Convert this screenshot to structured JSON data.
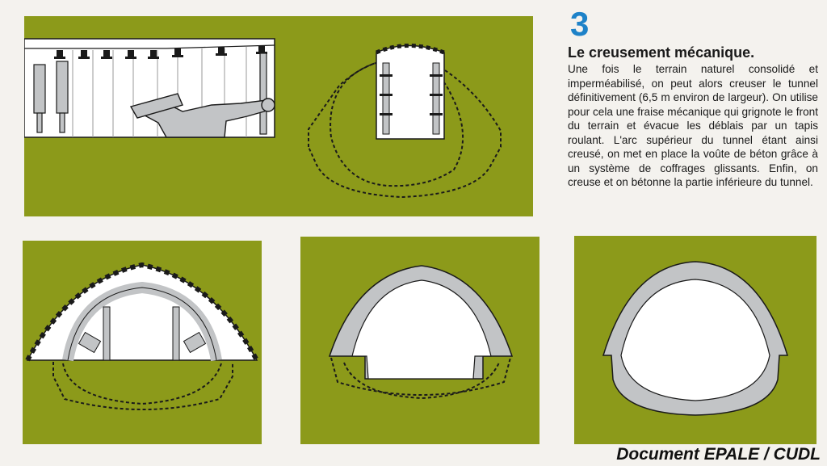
{
  "step": "3",
  "heading": "Le creusement mécanique.",
  "body": "Une fois le terrain naturel consolidé et imperméabilisé, on peut alors creuser le tunnel définitivement (6,5 m environ de largeur). On utilise pour cela une fraise mécanique qui grignote le front du terrain et évacue les déblais par un tapis roulant. L'arc supérieur du tunnel étant ainsi creusé, on met en place la voûte de béton grâce à un système de coffrages glissants. Enfin, on creuse et on bétonne la partie inférieure du tunnel.",
  "credit": "Document EPALE / CUDL",
  "colors": {
    "ground": "#8c9a1a",
    "cavity": "#ffffff",
    "concrete": "#c2c4c6",
    "outline": "#1a1a1a",
    "step_number": "#1d82c8"
  }
}
